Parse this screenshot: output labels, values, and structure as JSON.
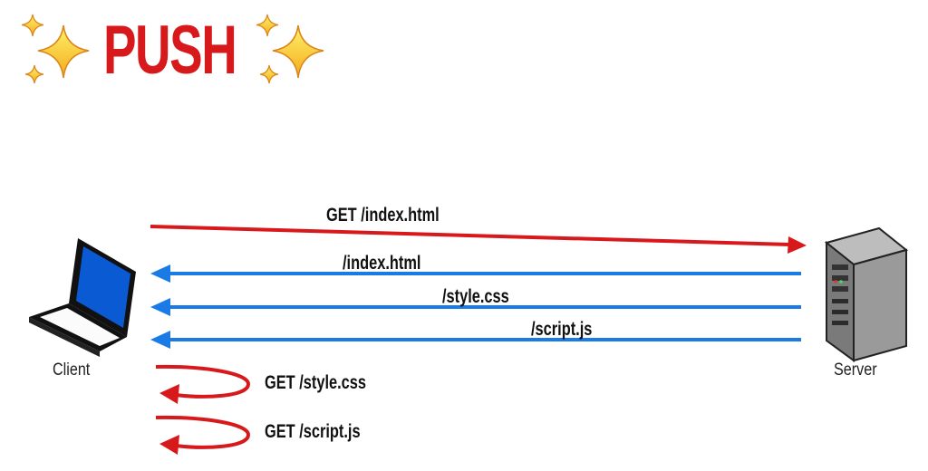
{
  "title": {
    "text": "PUSH",
    "decoration_icon": "sparkles-icon",
    "color": "#d7191c"
  },
  "nodes": {
    "client": {
      "label": "Client",
      "icon": "laptop-icon"
    },
    "server": {
      "label": "Server",
      "icon": "server-icon"
    }
  },
  "messages": [
    {
      "label": "GET /index.html",
      "from": "client",
      "to": "server",
      "color": "#d7191c"
    },
    {
      "label": "/index.html",
      "from": "server",
      "to": "client",
      "color": "#1a7be6"
    },
    {
      "label": "/style.css",
      "from": "server",
      "to": "client",
      "color": "#1a7be6"
    },
    {
      "label": "/script.js",
      "from": "server",
      "to": "client",
      "color": "#1a7be6"
    }
  ],
  "self_requests": [
    {
      "label": "GET /style.css",
      "node": "client",
      "color": "#d7191c"
    },
    {
      "label": "GET /script.js",
      "node": "client",
      "color": "#d7191c"
    }
  ]
}
